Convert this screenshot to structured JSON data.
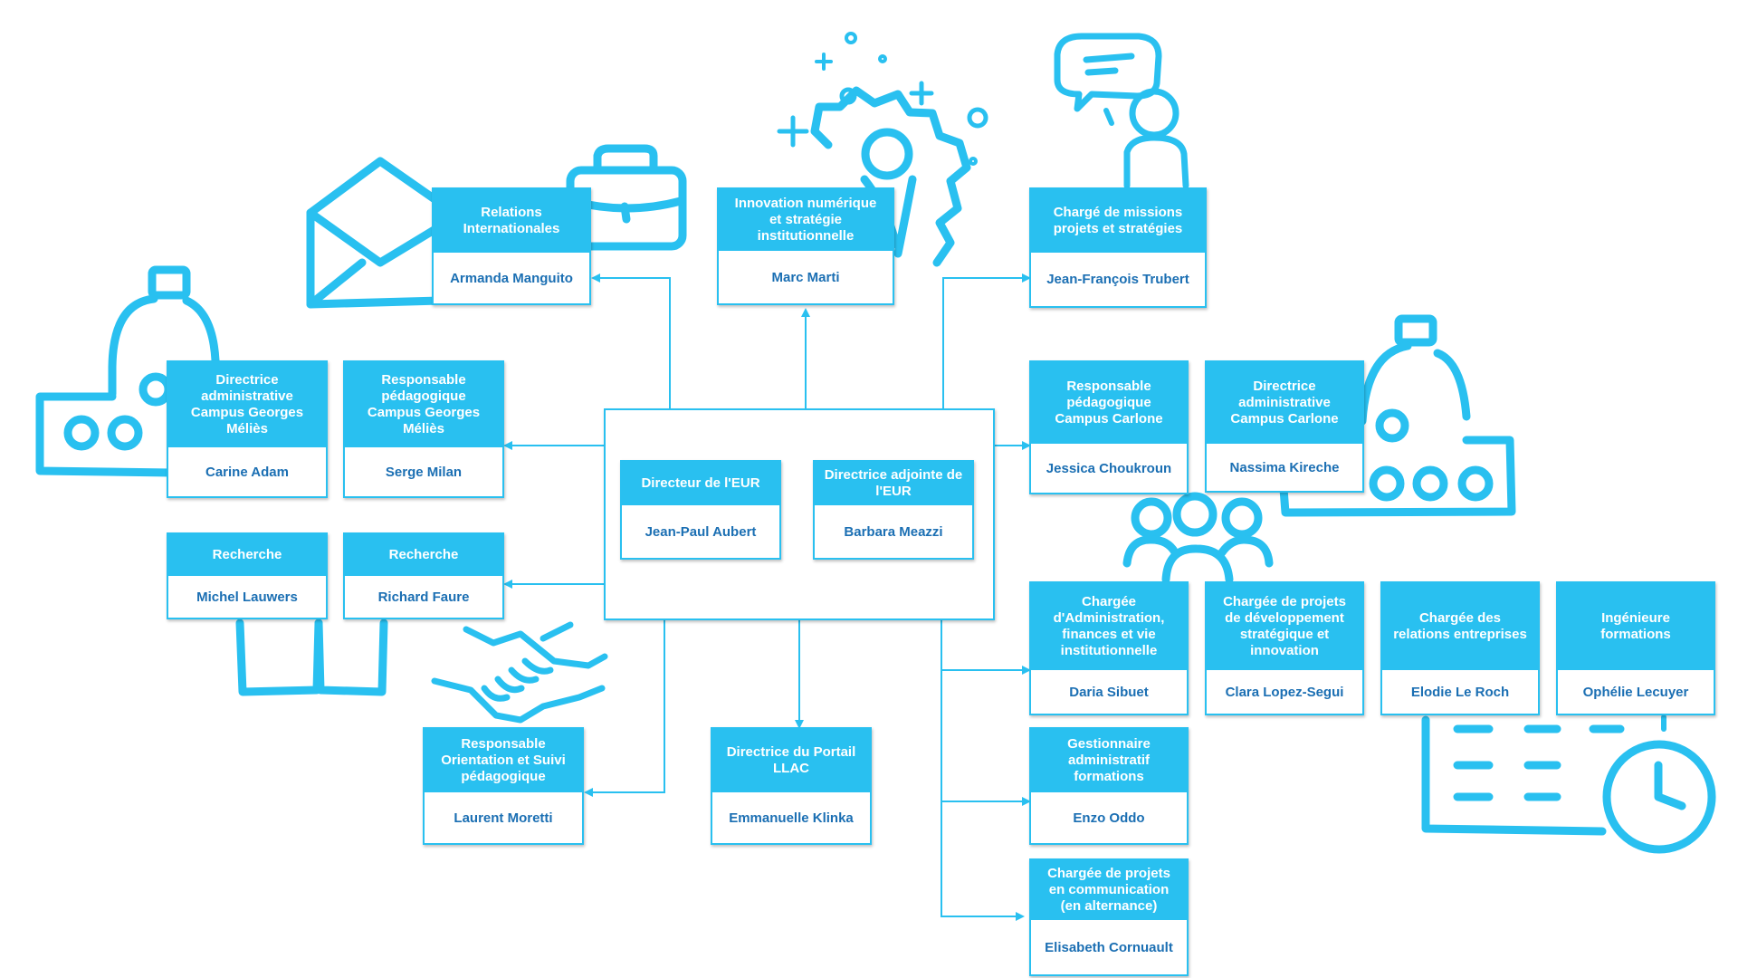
{
  "colors": {
    "accent": "#29c0f0",
    "name_text": "#1b6fb3",
    "header_text": "#ffffff"
  },
  "cards": [
    {
      "id": "relations-internationales",
      "title": "Relations Internationales",
      "name": "Armanda Manguito"
    },
    {
      "id": "innovation-numerique",
      "title": "Innovation numérique et stratégie institutionnelle",
      "name": "Marc Marti"
    },
    {
      "id": "charge-missions",
      "title": "Chargé de missions projets et stratégies",
      "name": "Jean-François Trubert"
    },
    {
      "id": "directrice-admin-melies",
      "title": "Directrice administrative Campus Georges Méliès",
      "name": "Carine Adam"
    },
    {
      "id": "responsable-peda-melies",
      "title": "Responsable pédagogique Campus Georges Méliès",
      "name": "Serge Milan"
    },
    {
      "id": "responsable-peda-carlone",
      "title": "Responsable pédagogique Campus Carlone",
      "name": "Jessica Choukroun"
    },
    {
      "id": "directrice-admin-carlone",
      "title": "Directrice administrative Campus Carlone",
      "name": "Nassima Kireche"
    },
    {
      "id": "directeur-eur",
      "title": "Directeur de l'EUR",
      "name": "Jean-Paul Aubert"
    },
    {
      "id": "directrice-adjointe-eur",
      "title": "Directrice adjointe de l'EUR",
      "name": "Barbara Meazzi"
    },
    {
      "id": "recherche-lauwers",
      "title": "Recherche",
      "name": "Michel Lauwers"
    },
    {
      "id": "recherche-faure",
      "title": "Recherche",
      "name": "Richard Faure"
    },
    {
      "id": "chargee-administration",
      "title": "Chargée d'Administration, finances et vie institutionnelle",
      "name": "Daria Sibuet"
    },
    {
      "id": "chargee-projets-dev",
      "title": "Chargée de projets de développement stratégique et innovation",
      "name": "Clara Lopez-Segui"
    },
    {
      "id": "chargee-relations-entreprises",
      "title": "Chargée des relations entreprises",
      "name": "Elodie Le Roch"
    },
    {
      "id": "ingenieure-formations",
      "title": "Ingénieure formations",
      "name": "Ophélie Lecuyer"
    },
    {
      "id": "responsable-orientation",
      "title": "Responsable Orientation et Suivi pédagogique",
      "name": "Laurent Moretti"
    },
    {
      "id": "directrice-portail-llac",
      "title": "Directrice du Portail LLAC",
      "name": "Emmanuelle Klinka"
    },
    {
      "id": "gestionnaire-admin-formations",
      "title": "Gestionnaire administratif formations",
      "name": "Enzo Oddo"
    },
    {
      "id": "chargee-communication",
      "title": "Chargée de projets en communication (en alternance)",
      "name": "Elisabeth Cornuault"
    }
  ],
  "decorations": [
    {
      "icon": "envelope-icon"
    },
    {
      "icon": "briefcase-icon"
    },
    {
      "icon": "gear-person-icon"
    },
    {
      "icon": "person-speech-bubble-icon"
    },
    {
      "icon": "building-left-icon"
    },
    {
      "icon": "building-right-icon"
    },
    {
      "icon": "team-icon"
    },
    {
      "icon": "book-icon"
    },
    {
      "icon": "handshake-icon"
    },
    {
      "icon": "calendar-clock-icon"
    }
  ]
}
